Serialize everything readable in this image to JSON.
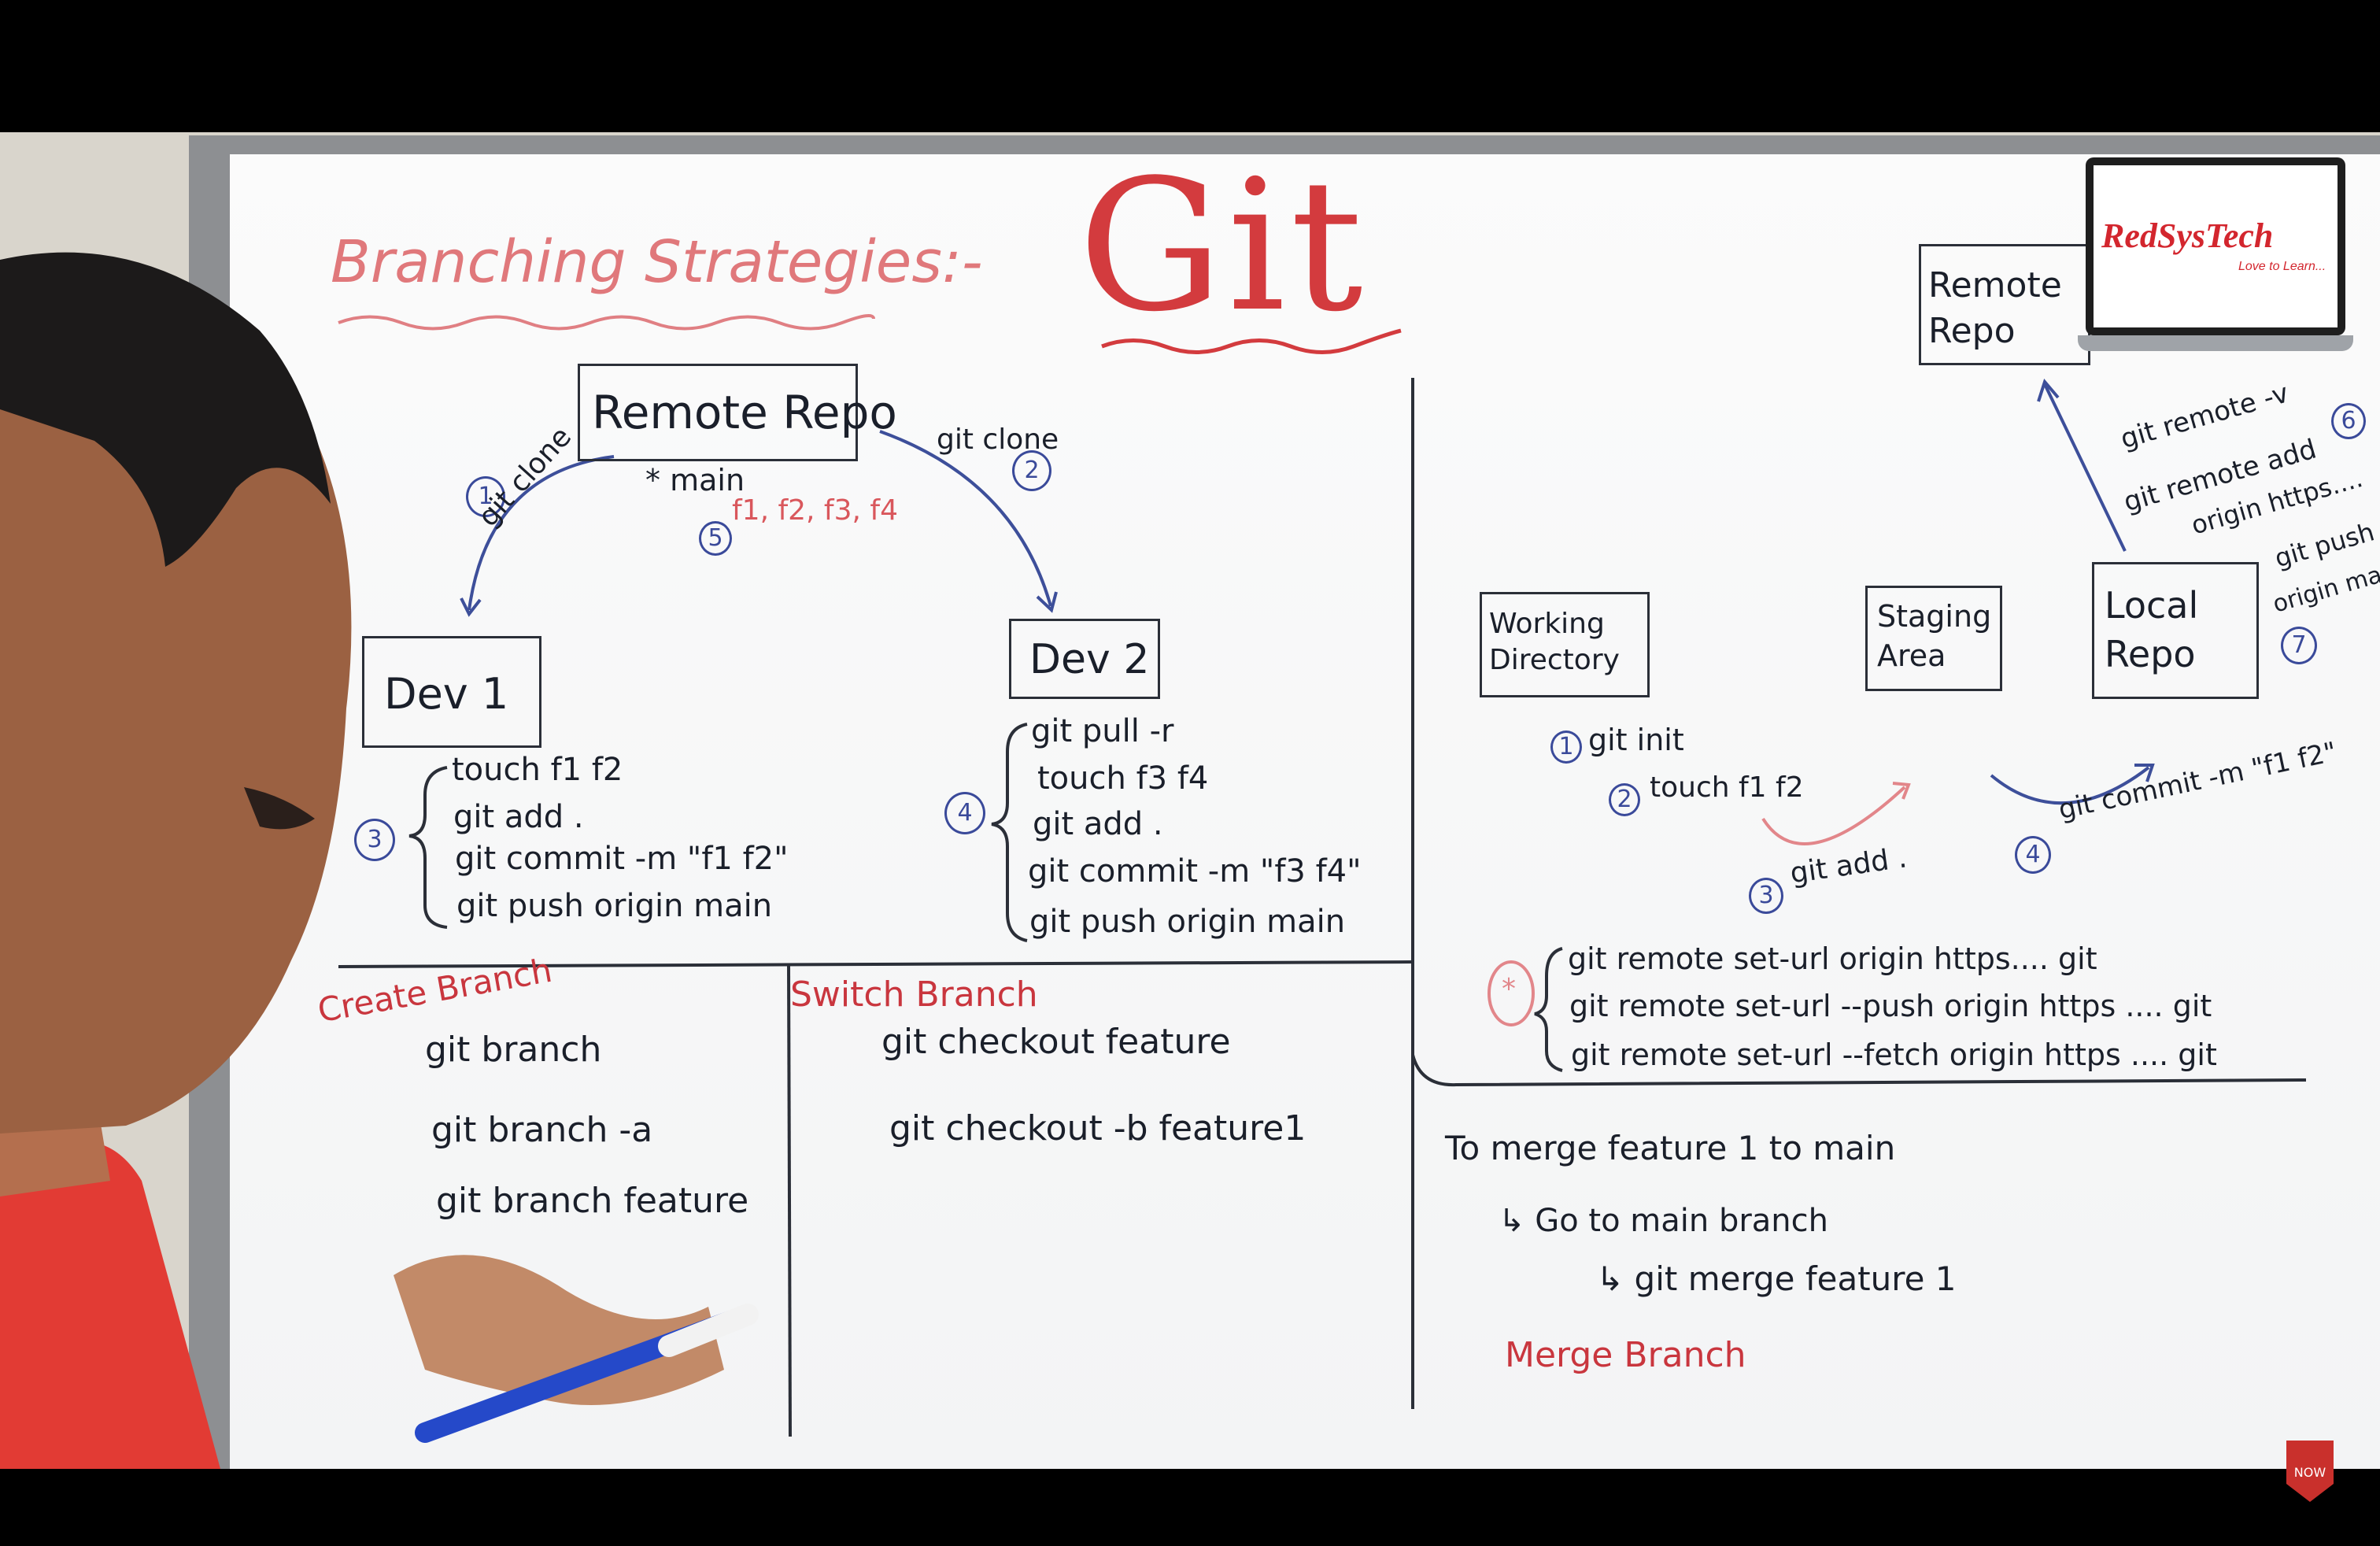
{
  "title": "Git",
  "heading": "Branching Strategies:-",
  "brand": {
    "name": "RedSysTech",
    "tagline": "Love to Learn...",
    "accent": "#d3262e"
  },
  "left_diagram": {
    "remote_repo": "Remote Repo",
    "main_label": "* main",
    "files_label": "f1, f2, f3, f4",
    "step5": "5",
    "clone_left": {
      "num": "1",
      "label": "git clone"
    },
    "clone_right": {
      "num": "2",
      "label": "git clone"
    },
    "dev1": {
      "label": "Dev 1",
      "step": "3",
      "commands": [
        "touch  f1  f2",
        "git  add  .",
        "git  commit  -m  \"f1 f2\"",
        "git  push  origin  main"
      ]
    },
    "dev2": {
      "label": "Dev 2",
      "step": "4",
      "commands": [
        "git  pull  -r",
        "touch  f3  f4",
        "git  add  .",
        "git  commit  -m  \"f3 f4\"",
        "git  push  origin  main"
      ]
    }
  },
  "create_branch": {
    "heading": "Create Branch",
    "commands": [
      "git  branch",
      "git  branch  -a",
      "git  branch  feature"
    ]
  },
  "switch_branch": {
    "heading": "Switch Branch",
    "commands": [
      "git  checkout  feature",
      "git  checkout  -b  feature1"
    ]
  },
  "right_diagram": {
    "working_directory": "Working Directory",
    "staging_area": "Staging Area",
    "local_repo": "Local Repo",
    "remote_repo": "Remote Repo",
    "step1": {
      "num": "1",
      "text": "git init"
    },
    "step2": {
      "num": "2",
      "text": "touch  f1  f2"
    },
    "step3": {
      "num": "3",
      "text": "git add ."
    },
    "step4": {
      "num": "4",
      "text": "git  commit  -m  \"f1 f2\""
    },
    "step6": {
      "num": "6",
      "lines": [
        "git remote -v",
        "git remote add",
        "origin https...."
      ]
    },
    "step7": {
      "num": "7",
      "lines": [
        "git push",
        "origin main"
      ]
    },
    "remote_set_url": {
      "badge": "*",
      "lines": [
        "git  remote  set-url  origin  https.... git",
        "git  remote  set-url  --push  origin  https .... git",
        "git  remote  set-url  --fetch  origin  https .... git"
      ]
    }
  },
  "merge": {
    "intro": "To  merge  feature 1  to  main",
    "step_a": "↳ Go to main branch",
    "step_b": "↳ git  merge  feature 1",
    "heading": "Merge Branch"
  }
}
